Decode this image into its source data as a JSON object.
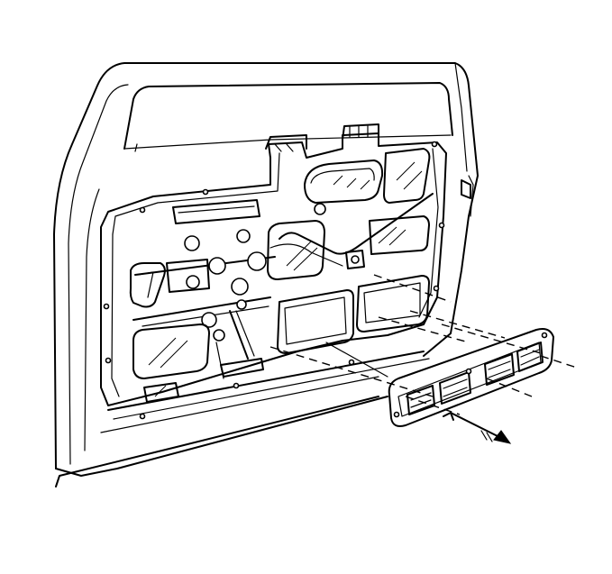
{
  "diagram": {
    "subject": "door-inner-panel-access-cover-removal",
    "colors": {
      "line": "#000000",
      "background": "#ffffff"
    },
    "parts": [
      "door-frame",
      "window-opening",
      "inner-door-panel",
      "access-cover-panel",
      "removal-direction-arrow"
    ]
  }
}
